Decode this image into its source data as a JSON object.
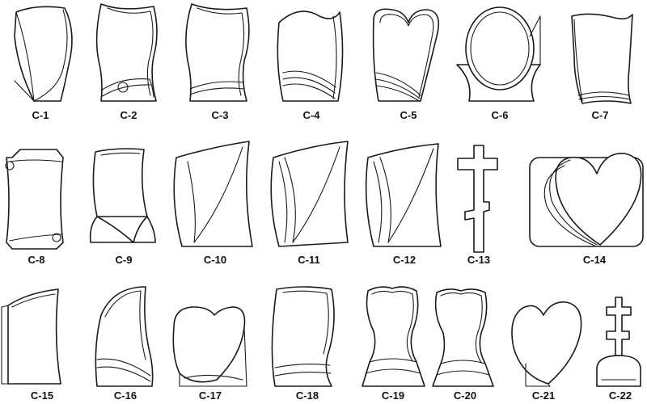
{
  "catalog": {
    "items": [
      {
        "code": "C-1"
      },
      {
        "code": "C-2"
      },
      {
        "code": "C-3"
      },
      {
        "code": "C-4"
      },
      {
        "code": "C-5"
      },
      {
        "code": "C-6"
      },
      {
        "code": "C-7"
      },
      {
        "code": "C-8"
      },
      {
        "code": "C-9"
      },
      {
        "code": "C-10"
      },
      {
        "code": "C-11"
      },
      {
        "code": "C-12"
      },
      {
        "code": "C-13"
      },
      {
        "code": "C-14"
      },
      {
        "code": "C-15"
      },
      {
        "code": "C-16"
      },
      {
        "code": "C-17"
      },
      {
        "code": "C-18"
      },
      {
        "code": "C-19"
      },
      {
        "code": "C-20"
      },
      {
        "code": "C-21"
      },
      {
        "code": "C-22"
      }
    ]
  }
}
